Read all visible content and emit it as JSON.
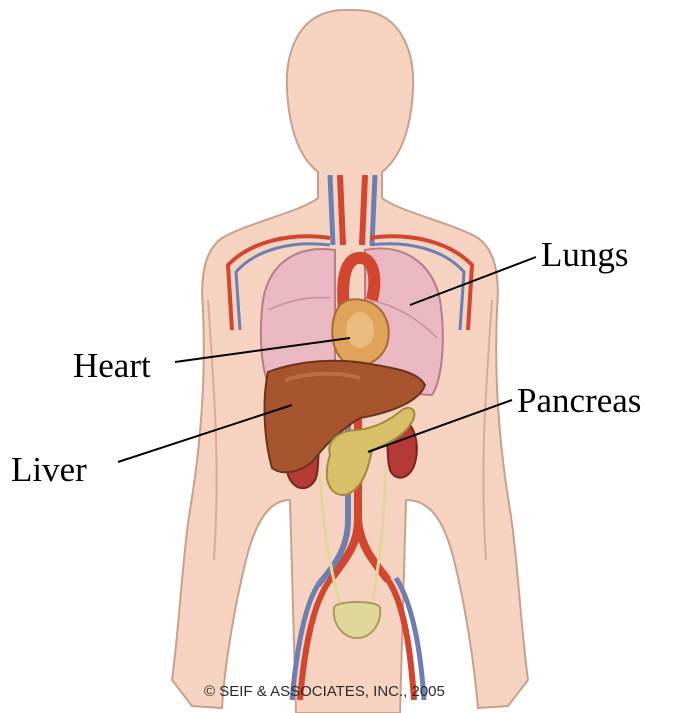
{
  "labels": {
    "lungs": "Lungs",
    "heart": "Heart",
    "pancreas": "Pancreas",
    "liver": "Liver"
  },
  "copyright": "© SEIF & ASSOCIATES, INC., 2005",
  "colors": {
    "skin": "#f6d3c1",
    "skin_outline": "#c9a08c",
    "lungs": "#e9b8c2",
    "heart": "#e0a35a",
    "liver": "#a6552e",
    "pancreas": "#d8c06a",
    "kidneys": "#b53a35",
    "artery": "#d2452f",
    "vein": "#6c7fb3",
    "bladder": "#e2d79a"
  }
}
